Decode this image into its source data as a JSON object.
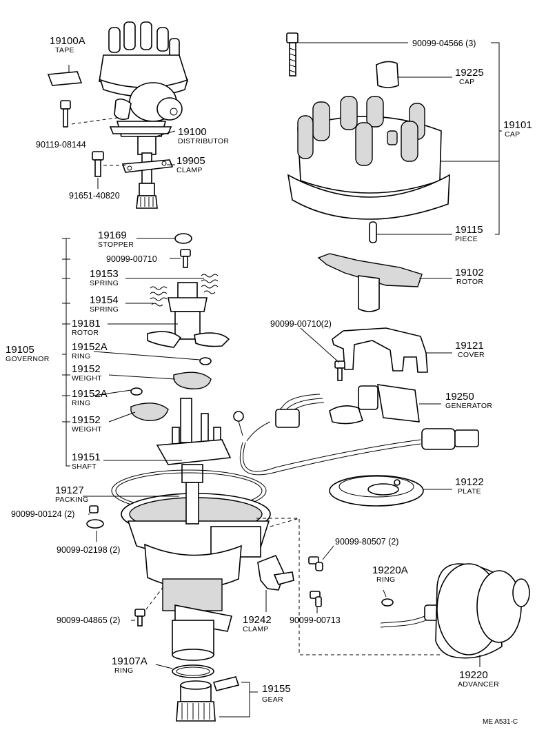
{
  "parts": {
    "tape": {
      "number": "19100A",
      "name": "TAPE"
    },
    "screw_a": {
      "number": "90119-08144"
    },
    "distributor": {
      "number": "19100",
      "name": "DISTRIBUTOR"
    },
    "clamp_top": {
      "number": "19905",
      "name": "CLAMP"
    },
    "bolt_b": {
      "number": "91651-40820"
    },
    "cap_screw": {
      "number": "90099-04566 (3)"
    },
    "cap_small": {
      "number": "19225",
      "name": "CAP"
    },
    "cap": {
      "number": "19101",
      "name": "CAP"
    },
    "piece": {
      "number": "19115",
      "name": "PIECE"
    },
    "stopper": {
      "number": "19169",
      "name": "STOPPER"
    },
    "screw_c": {
      "number": "90099-00710"
    },
    "spring_1": {
      "number": "19153",
      "name": "SPRING"
    },
    "spring_2": {
      "number": "19154",
      "name": "SPRING"
    },
    "rotor_gov": {
      "number": "19181",
      "name": "ROTOR"
    },
    "governor": {
      "number": "19105",
      "name": "GOVERNOR"
    },
    "ring_1": {
      "number": "19152A",
      "name": "RING"
    },
    "weight_1": {
      "number": "19152",
      "name": "WEIGHT"
    },
    "ring_2": {
      "number": "19152A",
      "name": "RING"
    },
    "weight_2": {
      "number": "19152",
      "name": "WEIGHT"
    },
    "shaft": {
      "number": "19151",
      "name": "SHAFT"
    },
    "rotor": {
      "number": "19102",
      "name": "ROTOR"
    },
    "screw_d": {
      "number": "90099-00710(2)"
    },
    "cover": {
      "number": "19121",
      "name": "COVER"
    },
    "generator": {
      "number": "19250",
      "name": "GENERATOR"
    },
    "plate": {
      "number": "19122",
      "name": "PLATE"
    },
    "packing": {
      "number": "19127",
      "name": "PACKING"
    },
    "screw_e": {
      "number": "90099-00124 (2)"
    },
    "washer_e": {
      "number": "90099-02198 (2)"
    },
    "screw_f": {
      "number": "90099-80507 (2)"
    },
    "ring_adv": {
      "number": "19220A",
      "name": "RING"
    },
    "screw_g": {
      "number": "90099-00713"
    },
    "clamp_low": {
      "number": "19242",
      "name": "CLAMP"
    },
    "bolt_h": {
      "number": "90099-04865 (2)"
    },
    "ring_low": {
      "number": "19107A",
      "name": "RING"
    },
    "gear": {
      "number": "19155",
      "name": "GEAR"
    },
    "advancer": {
      "number": "19220",
      "name": "ADVANCER"
    }
  },
  "footer_code": "ME  A531-C"
}
